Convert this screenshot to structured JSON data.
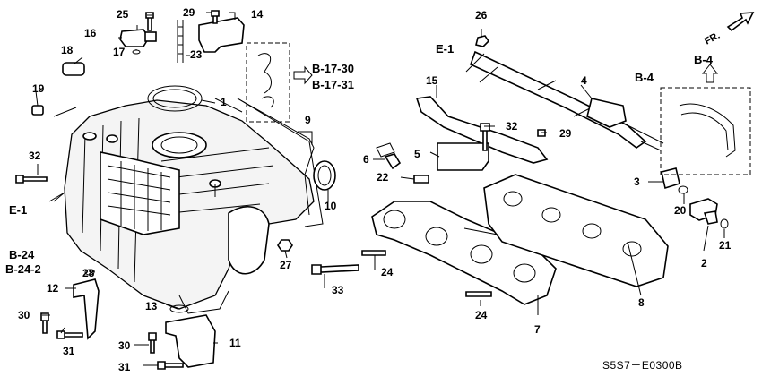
{
  "diagram": {
    "code": "S5S7－E0300B",
    "direction": "FR.",
    "refs": {
      "b17_30": "B-17-30",
      "b17_31": "B-17-31",
      "b4_top": "B-4",
      "b4_box": "B-4",
      "e1_left": "E-1",
      "e1_right": "E-1",
      "b24": "B-24",
      "b24_2": "B-24-2"
    },
    "part_numbers": {
      "p1": "1",
      "p2": "2",
      "p3": "3",
      "p4": "4",
      "p5": "5",
      "p6": "6",
      "p7": "7",
      "p8": "8",
      "p9": "9",
      "p10": "10",
      "p11": "11",
      "p12": "12",
      "p13": "13",
      "p14": "14",
      "p15": "15",
      "p16": "16",
      "p17": "17",
      "p18": "18",
      "p19": "19",
      "p20": "20",
      "p21": "21",
      "p22": "22",
      "p23": "23",
      "p24a": "24",
      "p24b": "24",
      "p25": "25",
      "p26": "26",
      "p27": "27",
      "p28": "28",
      "p29a": "29",
      "p29b": "29",
      "p30a": "30",
      "p30b": "30",
      "p31a": "31",
      "p31b": "31",
      "p32a": "32",
      "p32b": "32",
      "p33": "33"
    },
    "colors": {
      "line": "#000000",
      "background": "#ffffff"
    }
  }
}
